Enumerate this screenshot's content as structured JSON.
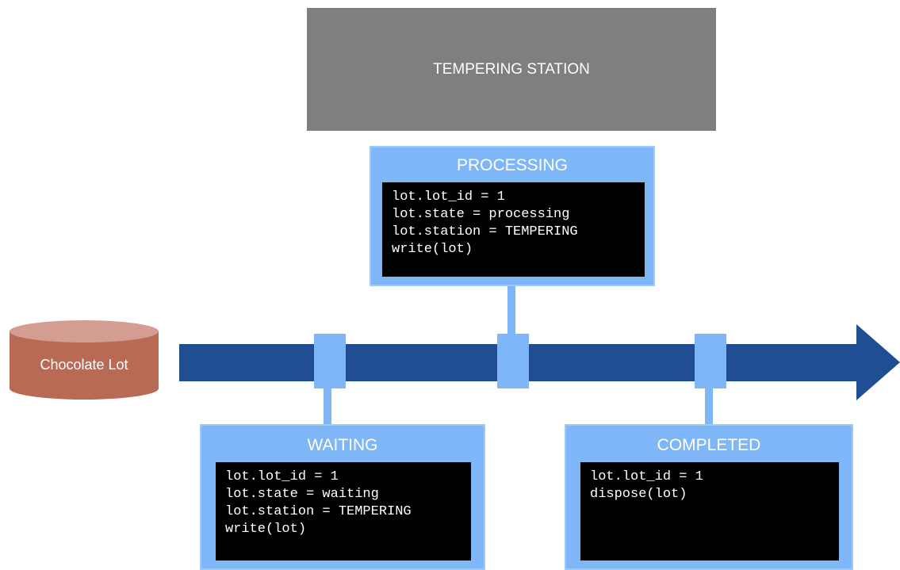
{
  "station": {
    "title": "TEMPERING STATION"
  },
  "lot": {
    "label": "Chocolate Lot"
  },
  "states": {
    "processing": {
      "title": "PROCESSING",
      "code": [
        "lot.lot_id = 1",
        "lot.state = processing",
        "lot.station = TEMPERING",
        "write(lot)"
      ]
    },
    "waiting": {
      "title": "WAITING",
      "code": [
        "lot.lot_id = 1",
        "lot.state = waiting",
        "lot.station = TEMPERING",
        "write(lot)"
      ]
    },
    "completed": {
      "title": "COMPLETED",
      "code": [
        "lot.lot_id = 1",
        "dispose(lot)"
      ]
    }
  },
  "colors": {
    "arrow": "#1f4e93",
    "state_box": "#7eb6f7",
    "marker": "#7eb6f7",
    "station": "#7f7f7f",
    "lot_body": "#b96a55",
    "lot_top": "#d49d92",
    "code_bg": "#000000"
  }
}
